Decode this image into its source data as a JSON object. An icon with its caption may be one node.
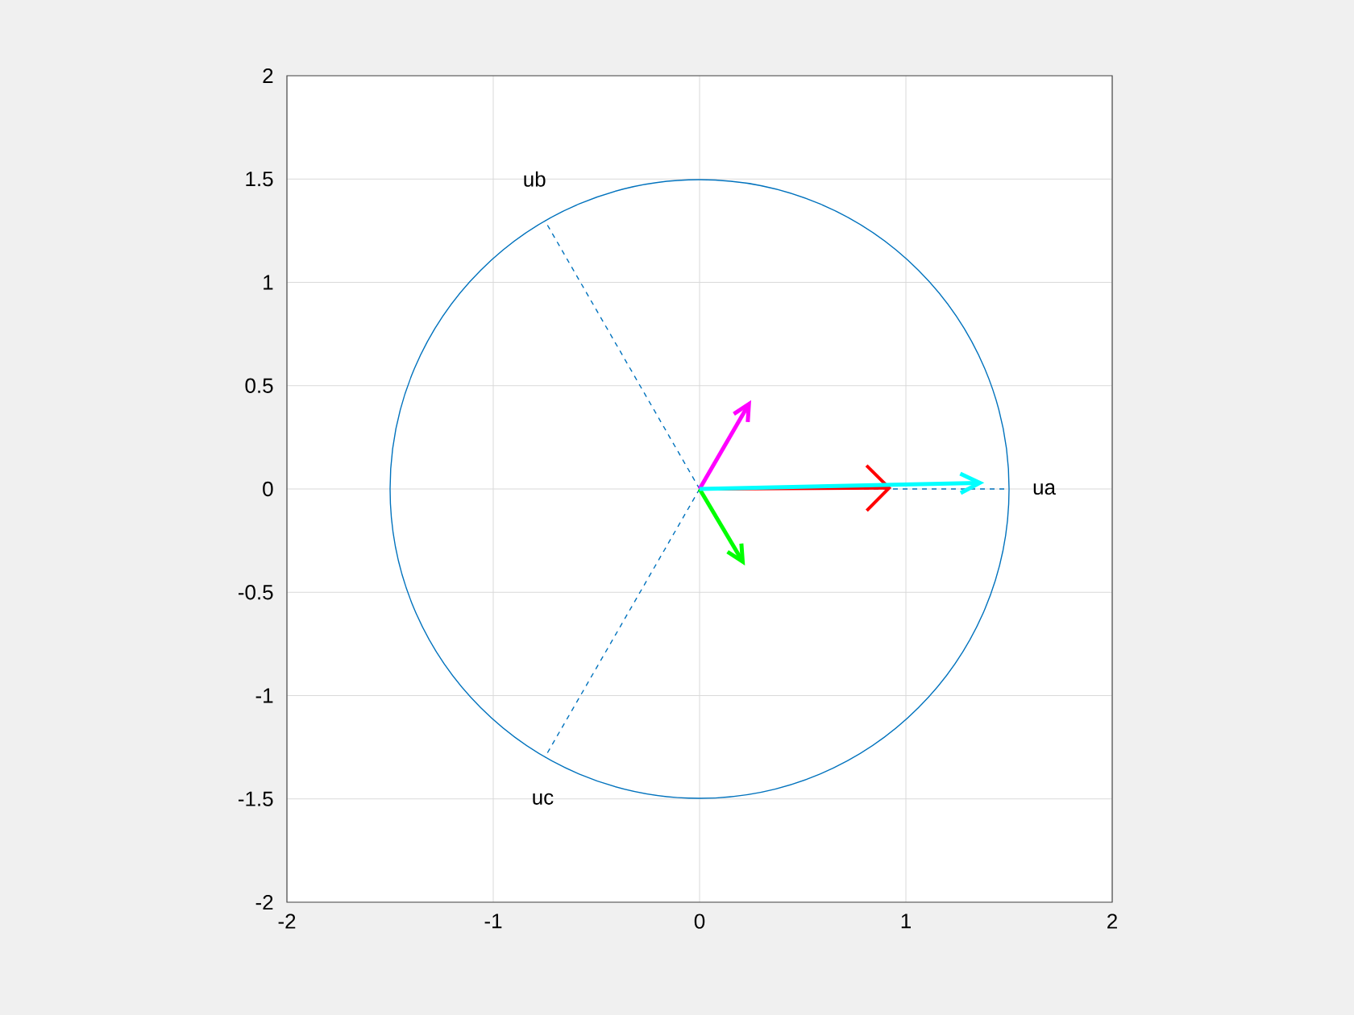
{
  "diagram": {
    "labels": [
      "ub",
      "ua",
      "uc"
    ],
    "chart_data": {
      "type": "line",
      "grid": true,
      "xlim": [
        -2,
        2
      ],
      "ylim": [
        -2,
        2
      ],
      "xticks": [
        {
          "value": -2,
          "label": "-2"
        },
        {
          "value": -1,
          "label": "-1"
        },
        {
          "value": 0,
          "label": "0"
        },
        {
          "value": 1,
          "label": "1"
        },
        {
          "value": 2,
          "label": "2"
        }
      ],
      "yticks": [
        {
          "value": -2,
          "label": "-2"
        },
        {
          "value": -1.5,
          "label": "-1.5"
        },
        {
          "value": -1,
          "label": "-1"
        },
        {
          "value": -0.5,
          "label": "-0.5"
        },
        {
          "value": 0,
          "label": "0"
        },
        {
          "value": 0.5,
          "label": "0.5"
        },
        {
          "value": 1,
          "label": "1"
        },
        {
          "value": 1.5,
          "label": "1.5"
        },
        {
          "value": 2,
          "label": "2"
        }
      ]
    }
  }
}
